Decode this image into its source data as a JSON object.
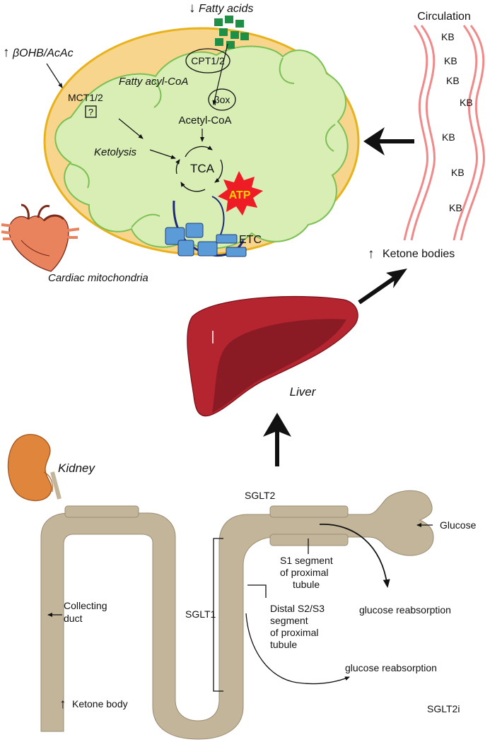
{
  "mitochondria": {
    "fatty_acids": "Fatty acids",
    "ketone_input": "βOHB/AcAc",
    "cpt": "CPT1/2",
    "fatty_acyl_coa": "Fatty acyl-CoA",
    "mct": "MCT1/2",
    "mct_unknown": "?",
    "beta_ox": "βox",
    "acetyl_coa": "Acetyl-CoA",
    "ketolysis": "Ketolysis",
    "tca": "TCA",
    "atp": "ATP",
    "etc": "ETC",
    "caption": "Cardiac mitochondria",
    "up_arrow": "↑",
    "down_arrow": "↓"
  },
  "circulation": {
    "title": "Circulation",
    "kb_labels": [
      "KB",
      "KB",
      "KB",
      "KB",
      "KB",
      "KB",
      "KB"
    ],
    "ketone_bodies": "Ketone bodies",
    "up_arrow": "↑"
  },
  "liver": {
    "label": "Liver"
  },
  "kidney": {
    "label": "Kidney",
    "sglt2": "SGLT2",
    "glucose": "Glucose",
    "s1_line1": "S1 segment",
    "s1_line2": "of proximal",
    "s1_line3": "tubule",
    "glucose_reabsorption_1": "glucose reabsorption",
    "collecting_line1": "Collecting",
    "collecting_line2": "duct",
    "sglt1": "SGLT1",
    "distal_line1": "Distal S2/S3",
    "distal_line2": "segment",
    "distal_line3": "of proximal",
    "distal_line4": "tubule",
    "glucose_reabsorption_2": "glucose reabsorption",
    "ketone_body": "Ketone body",
    "sglt2i": "SGLT2i",
    "up_arrow": "↑"
  },
  "colors": {
    "mito_outer": "#f8d58c",
    "mito_outer_stroke": "#e8b21c",
    "mito_inner": "#d8eeb4",
    "mito_inner_stroke": "#7cbf55",
    "fatty_acid_squares": "#1f8f45",
    "etc_protein": "#5b9bd8",
    "membrane_blue": "#1d2a7a",
    "atp_burst": "#ee1c24",
    "atp_text": "#ffd200",
    "vessel": "#f08a8a",
    "liver_main": "#b52530",
    "liver_dark": "#8a1a24",
    "kidney_organ": "#e0853c",
    "tubule": "#c2b59a",
    "tubule_stroke": "#9a8d74"
  }
}
